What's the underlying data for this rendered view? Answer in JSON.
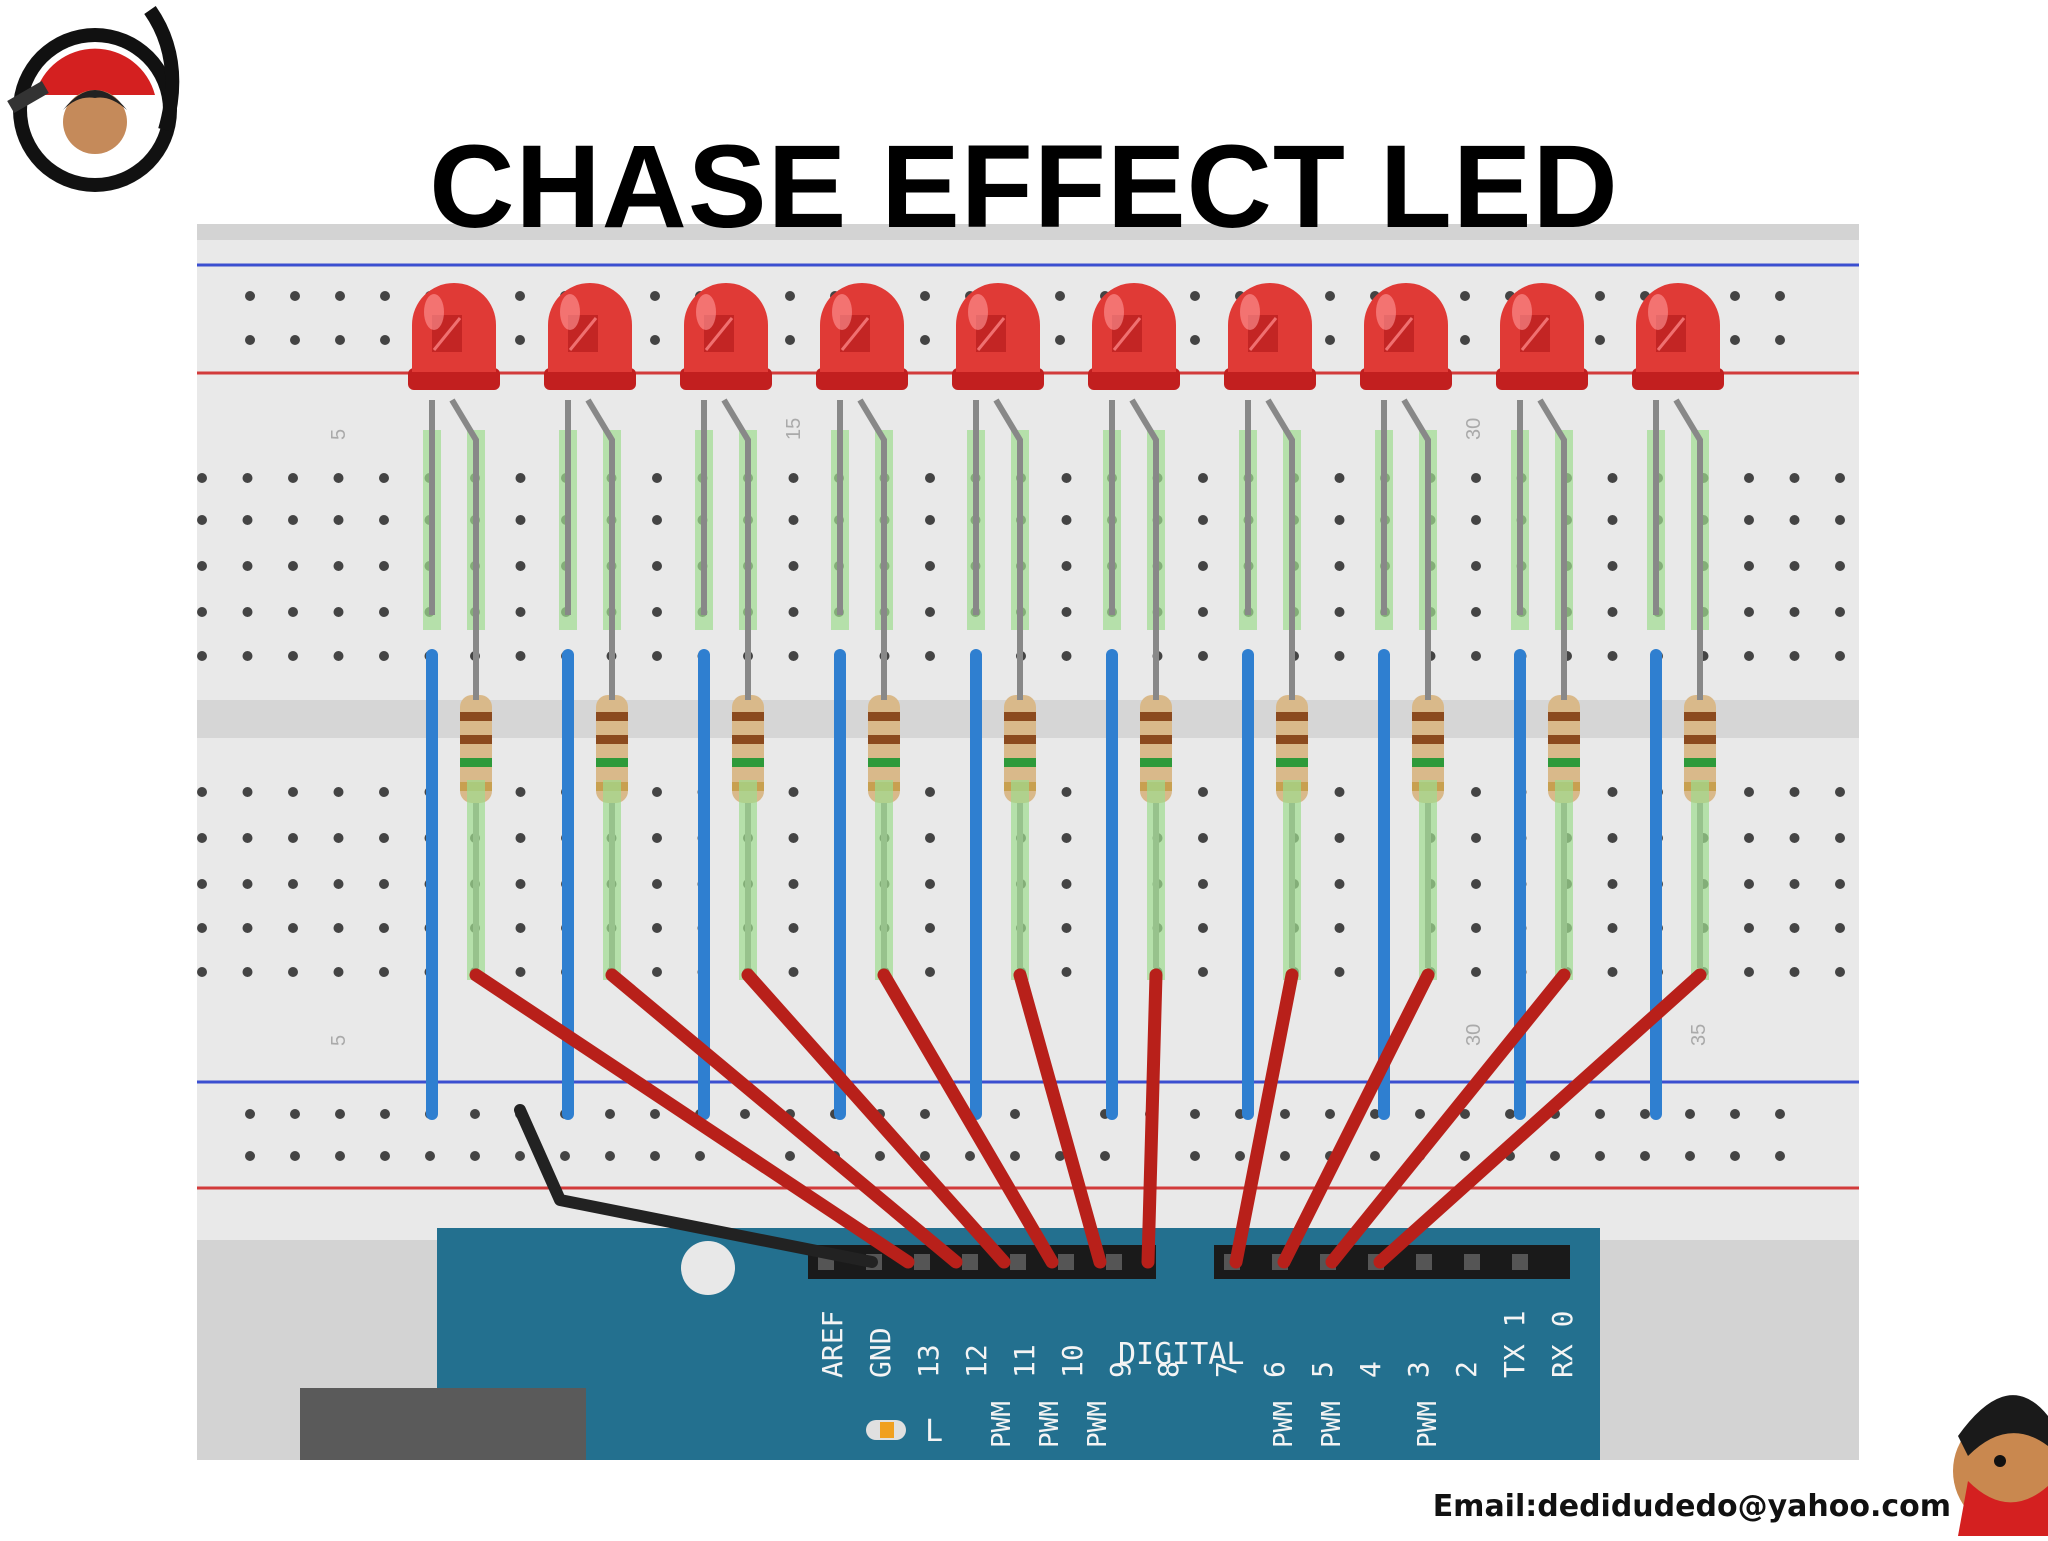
{
  "slide": {
    "title": "CHASE EFFECT LED",
    "email": "Email:dedidudedo@yahoo.com"
  },
  "breadboard": {
    "row_numbers_top": [
      "5",
      "15",
      "30"
    ],
    "row_numbers_bottom": [
      "5",
      "30",
      "35"
    ],
    "led_count": 10,
    "resistor_count": 10
  },
  "arduino": {
    "header_labels_left": [
      "AREF",
      "GND",
      "13",
      "12",
      "11",
      "10",
      "9",
      "8"
    ],
    "header_labels_right": [
      "7",
      "6",
      "5",
      "4",
      "3",
      "2",
      "TX 1",
      "RX 0"
    ],
    "digital_label": "DIGITAL",
    "pwm_label": "PWM",
    "led_label": "L"
  },
  "colors": {
    "led": "#d42a2a",
    "breadboard": "#dddddd",
    "arduino": "#1f6f8f",
    "wire_blue": "#2f7fd0",
    "wire_red": "#b8201a",
    "wire_black": "#222222"
  }
}
